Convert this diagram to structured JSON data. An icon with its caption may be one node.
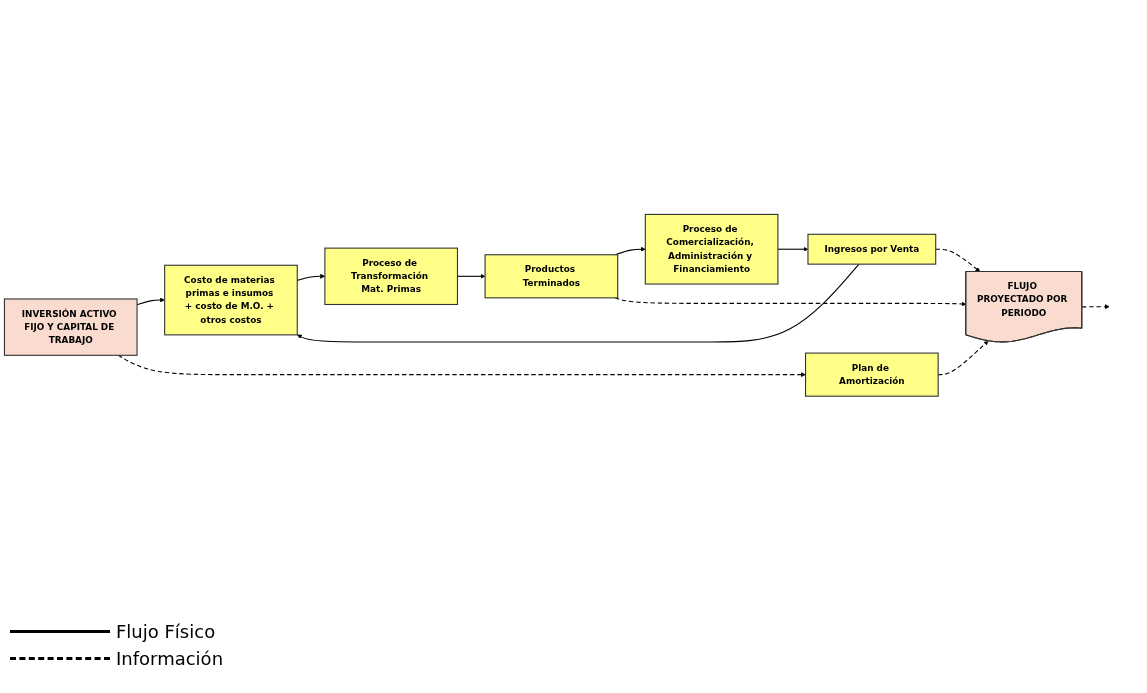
{
  "diagram": {
    "nodes": [
      {
        "text": [
          "INVERSIÓN ACTIVO FIJO Y CAPITAL DE TRABAJO"
        ]
      },
      {
        "text": [
          "Costo de materias primas e insumos + costo de M.O. + otros costos"
        ]
      },
      {
        "text": [
          "Proceso de Transformación Mat. Primas"
        ]
      },
      {
        "text": [
          "Productos Terminados"
        ]
      },
      {
        "text": [
          "Plan de Amortización"
        ]
      },
      {
        "text": [
          "Proceso de Comercialización, Administración y Financiamiento"
        ]
      },
      {
        "text": [
          "Ingresos por Venta"
        ]
      },
      {
        "text": [
          "FLUJO PROYECTADO POR PERIODO"
        ]
      }
    ],
    "edges": [
      {
        "from": 0,
        "to": 1,
        "arrow": "to"
      },
      {
        "from": 6,
        "to": 1,
        "arrow": "to"
      },
      {
        "from": 1,
        "to": 2,
        "arrow": "to"
      },
      {
        "from": 2,
        "to": 3,
        "arrow": "to"
      },
      {
        "from": 3,
        "to": 5,
        "arrow": "to"
      },
      {
        "from": 5,
        "to": 6,
        "arrow": "to"
      },
      {
        "from": 0,
        "to": 4,
        "arrow": "to",
        "style": "dashed"
      },
      {
        "from": 3,
        "to": 7,
        "arrow": "to",
        "style": "dashed"
      },
      {
        "from": 4,
        "to": 7,
        "arrow": "to",
        "style": "dashed"
      },
      {
        "from": 6,
        "to": 7,
        "arrow": "to",
        "style": "dashed"
      },
      {
        "from": 7,
        "to": null,
        "arrow": "to",
        "style": "dashed"
      }
    ],
    "legend": [
      {
        "text": "Flujo Físico"
      },
      {
        "text": "Información"
      }
    ]
  }
}
